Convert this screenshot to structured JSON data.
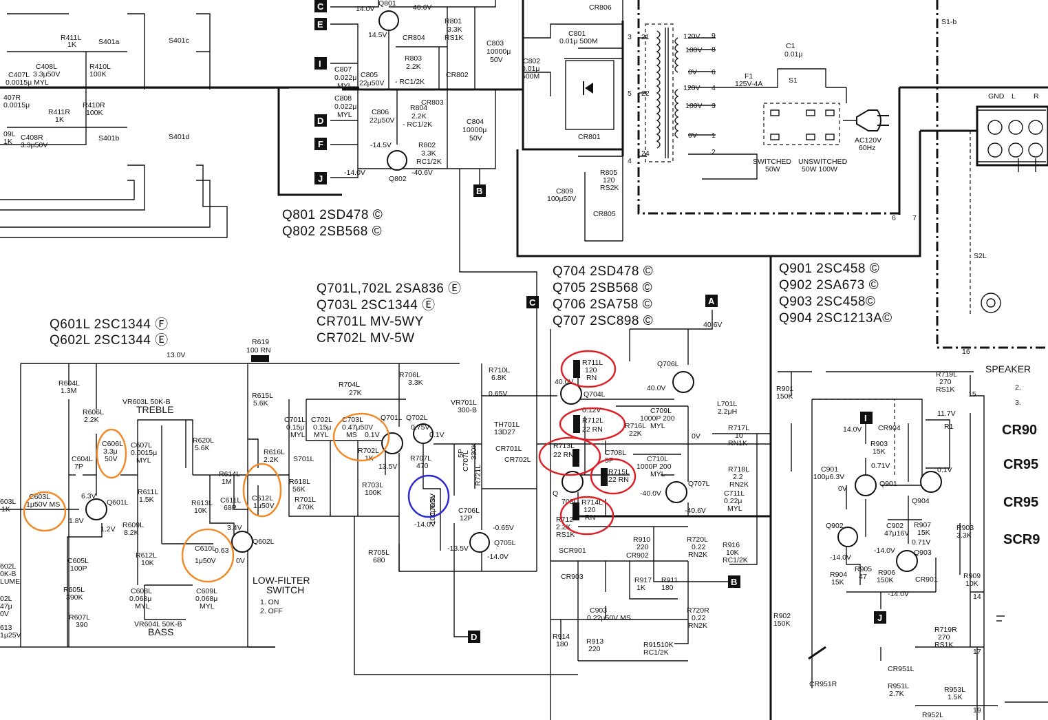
{
  "colors": {
    "ink": "#111111",
    "highlight_orange": "#f08a2a",
    "highlight_red": "#dd1f26",
    "highlight_blue": "#2b2bd6"
  },
  "power_supply": {
    "tables": [
      "Q801   2SD478 ©",
      "Q802   2SB568 ©"
    ],
    "labels": {
      "q801": "Q801",
      "q802": "Q802",
      "r801": "R801",
      "r801v": "3.3K",
      "r801t": "RS1K",
      "c803": "C803",
      "c803v": "10000μ",
      "c803w": "50V",
      "c804": "C804",
      "c804v": "10000μ",
      "c804w": "50V",
      "cr804": "CR804",
      "cr803": "CR803",
      "cr802": "CR802",
      "r803": "R803",
      "r803v": "2.2K",
      "r803t": "- RC1/2K",
      "r804": "R804",
      "r804v": "2.2K",
      "r804t": "- RC1/2K",
      "r802": "R802",
      "r802v": "3.3K",
      "r802t": "RC1/2K",
      "c805": "C805",
      "c805v": "22μ50V",
      "c806": "C806",
      "c806v": "22μ50V",
      "c807": "C807",
      "c807v": "0.022μ",
      "c807t": "MYL",
      "c808": "C808",
      "c808v": "0.022μ",
      "c808t": "MYL",
      "v1": "14.0V",
      "v2": "40.6V",
      "v3": "14.5V",
      "v4": "-14.5V",
      "v5": "-14.0V",
      "v6": "-40.6V"
    },
    "flags": [
      "C",
      "E",
      "I",
      "D",
      "F",
      "J",
      "B"
    ]
  },
  "mains": {
    "labels": {
      "c801": "C801",
      "c801v": "0.01μ 500M",
      "c802": "C802",
      "c802v": "0.01μ",
      "c802w": "500M",
      "cr801": "CR801",
      "cr806": "CR806",
      "cr805": "CR805",
      "r805": "R805",
      "r805v": "120",
      "r805t": "RS2K",
      "c809": "C809",
      "c809v": "100μ50V",
      "v120a": "120V",
      "v100a": "100V",
      "v0a": "0V",
      "v120b": "120V",
      "v100b": "100V",
      "v0b": "0V",
      "f1": "F1",
      "f1v": "125V-4A",
      "c1": "C1",
      "c1v": "0.01μ",
      "s1": "S1",
      "s1b": "S1-b",
      "plug": "AC120V",
      "plugf": "60Hz",
      "sw": "SWITCHED",
      "sww": "50W",
      "unsw": "UNSWITCHED",
      "unsww": "50W  100W",
      "gnd": "GND",
      "l": "L",
      "r": "R",
      "pins": [
        "3",
        "21",
        "5",
        "22",
        "4",
        "24",
        "9",
        "8",
        "6",
        "4",
        "3",
        "1",
        "2",
        "6",
        "7"
      ]
    }
  },
  "tone_section": {
    "tables": [
      "Q601L   2SC1344 Ⓕ",
      "Q602L   2SC1344 Ⓔ"
    ],
    "labels": {
      "r411l": "R411L",
      "r411lv": "1K",
      "c408l": "C408L",
      "c408lv": "3.3μ50V",
      "r410l": "R410L",
      "r410lv": "100K",
      "c407l": "C407L",
      "c407lv": "0.0015μ MYL",
      "r410r": "R410R",
      "r410rv": "100K",
      "r411r": "R411R",
      "r411rv": "1K",
      "c408r": "C408R",
      "c408rv": "3.3μ50V",
      "s401a": "S401a",
      "s401b": "S401b",
      "s401c": "S401c",
      "s401d": "S401d",
      "c407r": "407R",
      "c407rv": "0.0015μ",
      "c09l": "09L",
      "c09lv": "1K",
      "v13": "13.0V",
      "r619": "R619",
      "r619v": "100 RN",
      "r604l": "R604L",
      "r604lv": "1.3M",
      "r606l": "R606L",
      "r606lv": "2.2K",
      "vr603l": "VR603L 50K-B",
      "treble": "TREBLE",
      "c606l": "C606L",
      "c606lv": "3.3μ",
      "c606lw": "50V",
      "c607l": "C607L",
      "c607lv": "0.0015μ",
      "c607lt": "MYL",
      "r620l": "R620L",
      "r620lv": "5.6K",
      "c604l": "C604L",
      "c604lv": "7P",
      "c603l": "C603L",
      "c603lv": "1μ50V MS",
      "q601l": "Q601L",
      "v63": "6.3V",
      "v18": "1.8V",
      "v12": "1.2V",
      "r611l": "R611L",
      "r611lv": "1.5K",
      "r609l": "R609L",
      "r609lv": "8.2K",
      "r612l": "R612L",
      "r612lv": "10K",
      "r613l": "R613L",
      "r613lv": "10K",
      "c605l": "C605L",
      "c605lv": "100P",
      "r605l": "R605L",
      "r605lv": "390K",
      "r607l": "R607L",
      "r607lv": "390",
      "c608l": "C608L",
      "c608lv": "0.068μ",
      "c608lt": "MYL",
      "c609l": "C609L",
      "c609lv": "0.068μ",
      "c609lt": "MYL",
      "vr604l": "VR604L 50K-B",
      "bass": "BASS",
      "c610l": "C610L",
      "c610lv": "1μ50V",
      "v063": "0.63",
      "r614l": "R614L",
      "r614lv": "1M",
      "c611l": "C611L",
      "c611lv": "68P",
      "v34": "3.4V",
      "q602l": "Q602L",
      "v0": "0V",
      "r615l": "R615L",
      "r615lv": "5.6K",
      "r616l": "R616L",
      "r616lv": "2.2K",
      "c612l": "C612L",
      "c612lv": "1μ50V",
      "lowfilter": "LOW-FILTER",
      "switch": "SWITCH",
      "on": "1. ON",
      "off": "2. OFF",
      "r603": "603L",
      "r603v": "1K",
      "c602l": "602L",
      "c602lv": "0K-B",
      "lume": "LUME",
      "c02l": "02L",
      "c02lv": "47μ",
      "c02lw": "0V",
      "c613": "613",
      "c613v": "1μ25V"
    }
  },
  "amp_section": {
    "tables": [
      "Q701L,702L   2SA836 Ⓔ",
      "Q703L      2SC1344 Ⓔ",
      "CR701L   MV-5WY",
      "CR702L   MV-5W"
    ],
    "labels": {
      "r704l": "R704L",
      "r704lv": "27K",
      "c701l": "C701L",
      "c701lv": "0.15μ",
      "c701lt": "MYL",
      "c702l": "C702L",
      "c702lv": "0.15μ",
      "c702lt": "MYL",
      "c703l": "C703L",
      "c703lv": "0.47μ50V",
      "c703lt": "MS",
      "r702l": "R702L",
      "r702lv": "1K",
      "q701l": "Q701L",
      "q702l": "Q702L",
      "v01": "0.1V",
      "v075": "0.75V",
      "s701l": "S701L",
      "r618l": "R618L",
      "r618lv": "56K",
      "r701l": "R701L",
      "r701lv": "470K",
      "r703l": "R703L",
      "r703lv": "100K",
      "v135": "13.5V",
      "r706l": "R706L",
      "r706lv": "3.3K",
      "r707l": "R707L",
      "r707lv": "470",
      "c705l": "C705L",
      "c705lv": "100μ6.3V",
      "c707l": "C707L",
      "c707lv": "5P",
      "r721l": "R721L",
      "r721lv": "330K",
      "v140n": "-14.0V",
      "c706l": "C706L",
      "c706lv": "12P",
      "v135n": "-13.5V",
      "r705l": "R705L",
      "r705lv": "680",
      "r710l": "R710L",
      "r710lv": "6.8K",
      "v065": "0.65V",
      "vr701l": "VR701L",
      "vr701lv": "300-B",
      "th701l": "TH701L",
      "th701lv": "13D27",
      "cr701l": "CR701L",
      "cr702l": "CR702L",
      "v065n": "-0.65V",
      "q705l": "Q705L",
      "v140n2": "-14.0V",
      "v01b": "0.1V"
    }
  },
  "output_section": {
    "tables": [
      "Q704   2SD478 ©",
      "Q705   2SB568 ©",
      "Q706   2SA758 ©",
      "Q707   2SC898 ©"
    ],
    "labels": {
      "v406": "40.6V",
      "r711l": "R711L",
      "r711lv": "120",
      "r711lt": "RN",
      "q706l": "Q706L",
      "q704l": "Q704L",
      "v400": "40.0V",
      "v400b": "40.0V",
      "c709l": "C709L",
      "c709lv": "1000P  200",
      "c709lt": "MYL",
      "r712l": "R712L",
      "r712lv": "22 RN",
      "v012": "0.12V",
      "r716l": "R716L",
      "r716lv": "22K",
      "r713l": "R713L",
      "r713lv": "22 RN",
      "c708l": "C708L",
      "c708lv": "5P",
      "c710l": "C710L",
      "c710lv": "1000P  200",
      "c710lt": "MYL",
      "r715l": "R715L",
      "r715lv": "22 RN",
      "q707l": "Q707L",
      "v400n": "-40.0V",
      "v406n": "-40.6V",
      "q": "Q",
      "q708": "708L",
      "r714l": "R714L",
      "r714lv": "120",
      "r714lt": "RN",
      "r712": "R712",
      "r712b": "2.2K",
      "r712c": "RS1K",
      "l701l": "L701L",
      "l701lv": "2.2μH",
      "r717l": "R717L",
      "r717lv": "10",
      "r717lt": "RN1K",
      "v0v": "0V",
      "r718l": "R718L",
      "r718lv": "2.2",
      "r718lt": "RN2K",
      "c711l": "C711L",
      "c711lv": "0.22μ",
      "c711lt": "MYL",
      "scr901": "SCR901",
      "cr903": "CR903",
      "cr902": "CR902",
      "r910": "R910",
      "r910v": "220",
      "r720l": "R720L",
      "r720lv": "0.22",
      "r720lt": "RN2K",
      "r916": "R916",
      "r916v": "10K",
      "r916t": "RC1/2K",
      "r917": "R917",
      "r917v": "1K",
      "r911": "R911",
      "r911v": "180",
      "c903": "C903",
      "c903v": "0.22μ50V MS",
      "r720r": "R720R",
      "r720rv": "0.22",
      "r720rt": "RN2K",
      "r914": "R914",
      "r914v": "180",
      "r913": "R913",
      "r913v": "220",
      "r915": "R915",
      "r915v": "10K",
      "r915t": "RC1/2K"
    }
  },
  "protection_section": {
    "tables": [
      "Q901   2SC458 ©",
      "Q902   2SA673 ©",
      "Q903   2SC458©",
      "Q904 2SC1213A©"
    ],
    "labels": {
      "s2l": "S2L",
      "speaker": "SPEAKER",
      "r901": "R901",
      "r901v": "150K",
      "r719l": "R719L",
      "r719lv": "270",
      "r719lt": "RS1K",
      "v117": "11.7V",
      "cr904": "CR904",
      "r1": "R1",
      "v140": "14.0V",
      "r903": "R903",
      "r903v": "15K",
      "v071": "0.71V",
      "c901": "C901",
      "c901v": "100μ6.3V",
      "q901": "Q901",
      "v0": "0V",
      "q904": "Q904",
      "v01": "0.1V",
      "q902": "Q902",
      "c902": "C902",
      "c902v": "47μ16V",
      "r907": "R907",
      "r907v": "15K",
      "v071b": "0.71V",
      "r903b": "R903",
      "r903bv": "3.3K",
      "v14a": "-14.0V",
      "v14b": "-14.0V",
      "q903": "Q903",
      "r904": "R904",
      "r904v": "15K",
      "r905": "R905",
      "r905v": "47",
      "r906": "R906",
      "r906v": "150K",
      "cr901": "CR901",
      "r909": "R909",
      "r909v": "10K",
      "v14c": "-14.0V",
      "r902": "R902",
      "r902v": "150K",
      "r719r": "R719R",
      "r719rv": "270",
      "r719rt": "RS1K",
      "cr951l": "CR951L",
      "cr951r": "CR951R",
      "r951l": "R951L",
      "r951lv": "2.7K",
      "r953l": "R953L",
      "r953lv": "1.5K",
      "r952l": "R952L",
      "cr90": "CR90",
      "cr95a": "CR95",
      "cr95b": "CR95",
      "scr9": "SCR9",
      "sp2": "2.",
      "sp3": "3.",
      "pins": [
        "16",
        "15",
        "14",
        "17",
        "19"
      ]
    }
  }
}
